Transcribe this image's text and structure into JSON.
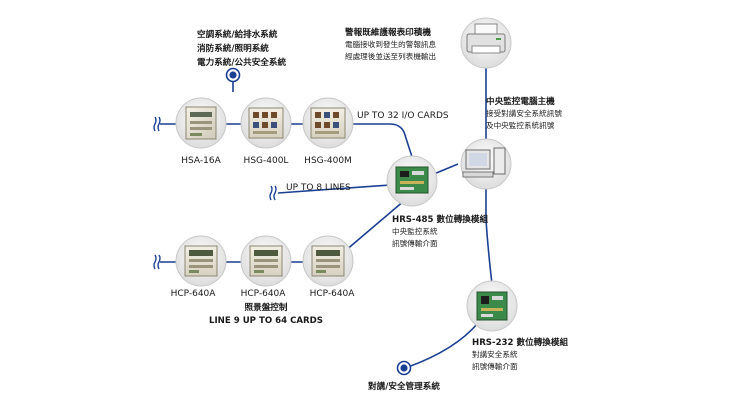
{
  "top_systems": {
    "line1": "空調系統/給排水系統",
    "line2": "消防系統/照明系統",
    "line3": "電力系統/公共安全系統"
  },
  "printer": {
    "title": "警報既維護報表印積機",
    "desc1": "電腦接收到發生的警報訊息",
    "desc2": "經處理後並送至列表機輸出"
  },
  "central_pc": {
    "title": "中央監控電腦主機",
    "desc1": "接受對講安全系統訊號",
    "desc2": "及中央監控系統訊號"
  },
  "io_note": "UP TO 32 I/O CARDS",
  "lines_note": "UP TO 8 LINES",
  "top_cards": [
    {
      "label": "HSA-16A"
    },
    {
      "label": "HSG-400L"
    },
    {
      "label": "HSG-400M"
    }
  ],
  "bottom_cards": [
    {
      "label": "HCP-640A"
    },
    {
      "label": "HCP-640A"
    },
    {
      "label": "HCP-640A"
    }
  ],
  "hrs485": {
    "title": "HRS-485 數位轉換模組",
    "desc1": "中央監控系統",
    "desc2": "訊號傳輸介面"
  },
  "hrs232": {
    "title": "HRS-232 數位轉換模組",
    "desc1": "對講安全系統",
    "desc2": "訊號傳輸介面"
  },
  "lighting": {
    "title": "照景盤控制",
    "subtitle": "LINE 9 UP TO 64 CARDS"
  },
  "intercom": "對講/安全管理系統",
  "colors": {
    "line": "#1b3f92",
    "circuit_board": "#3c8a4a"
  }
}
